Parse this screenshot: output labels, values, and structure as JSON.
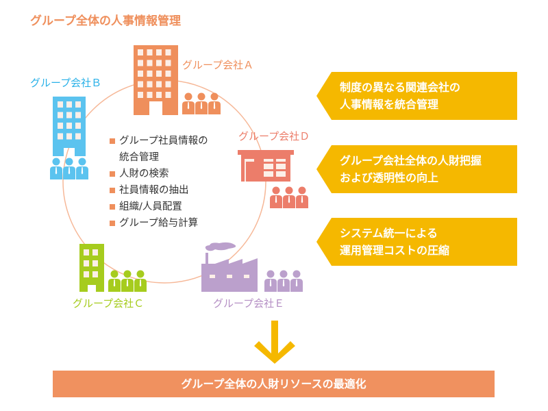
{
  "title": "グループ全体の人事情報管理",
  "companies": {
    "a": {
      "label": "グループ会社Ａ",
      "color": "#ef8f5c"
    },
    "b": {
      "label": "グループ会社Ｂ",
      "color": "#5bc3ef"
    },
    "c": {
      "label": "グループ会社Ｃ",
      "color": "#a6cc1e"
    },
    "d": {
      "label": "グループ会社Ｄ",
      "color": "#ec7d6a"
    },
    "e": {
      "label": "グループ会社Ｅ",
      "color": "#bba0cc"
    }
  },
  "features": {
    "item1_line1": "グループ社員情報の",
    "item1_line2": "統合管理",
    "item2": "人財の検索",
    "item3": "社員情報の抽出",
    "item4": "組織/人員配置",
    "item5": "グループ給与計算"
  },
  "benefits": [
    {
      "line1": "制度の異なる関連会社の",
      "line2": "人事情報を統合管理"
    },
    {
      "line1": "グループ会社全体の人財把握",
      "line2": "および透明性の向上"
    },
    {
      "line1": "システム統一による",
      "line2": "運用管理コストの圧縮"
    }
  ],
  "result": "グループ全体の人財リソースの最適化",
  "colors": {
    "accent": "#ef8f5c",
    "callout": "#f5b800"
  }
}
